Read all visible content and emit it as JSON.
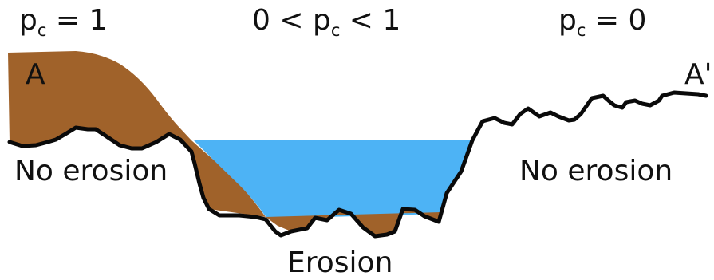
{
  "colors": {
    "sediment": "#A0622A",
    "water": "#4DB3F5",
    "ground_line": "#0a0a0a",
    "text": "#111111"
  },
  "labels": {
    "pc_left_main": "p",
    "pc_left_sub": "c",
    "pc_left_rest": " = 1",
    "pc_mid_prefix": "0 < p",
    "pc_mid_sub": "c",
    "pc_mid_rest": " < 1",
    "pc_right_main": "p",
    "pc_right_sub": "c",
    "pc_right_rest": " = 0",
    "point_a": "A",
    "point_a_prime": "A'",
    "no_erosion_left": "No erosion",
    "no_erosion_right": "No erosion",
    "erosion": "Erosion"
  }
}
